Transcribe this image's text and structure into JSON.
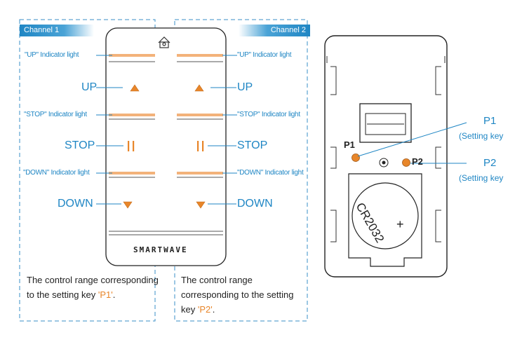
{
  "channels": [
    {
      "tab": "Channel 1",
      "note_prefix": "The control range corresponding to the setting key ",
      "note_key": "'P1'",
      "note_suffix": "."
    },
    {
      "tab": "Channel 2",
      "note_prefix": "The control range corresponding to the setting key ",
      "note_key": "'P2'",
      "note_suffix": "."
    }
  ],
  "labels": {
    "up_indicator": "\"UP\" Indicator light",
    "up": "UP",
    "stop_indicator": "\"STOP\" Indicator light",
    "stop": "STOP",
    "down_indicator": "\"DOWN\" Indicator light",
    "down": "DOWN"
  },
  "brand": "SMARTWAVE",
  "back": {
    "battery": "CR2032",
    "battery_sign": "+",
    "p1": "P1",
    "p2": "P2",
    "p1_callout": "P1",
    "p1_sub": "(Setting key",
    "p2_callout": "P2",
    "p2_sub": "(Setting key"
  },
  "colors": {
    "accent_blue": "#1f86c4",
    "accent_orange": "#e8862a"
  }
}
